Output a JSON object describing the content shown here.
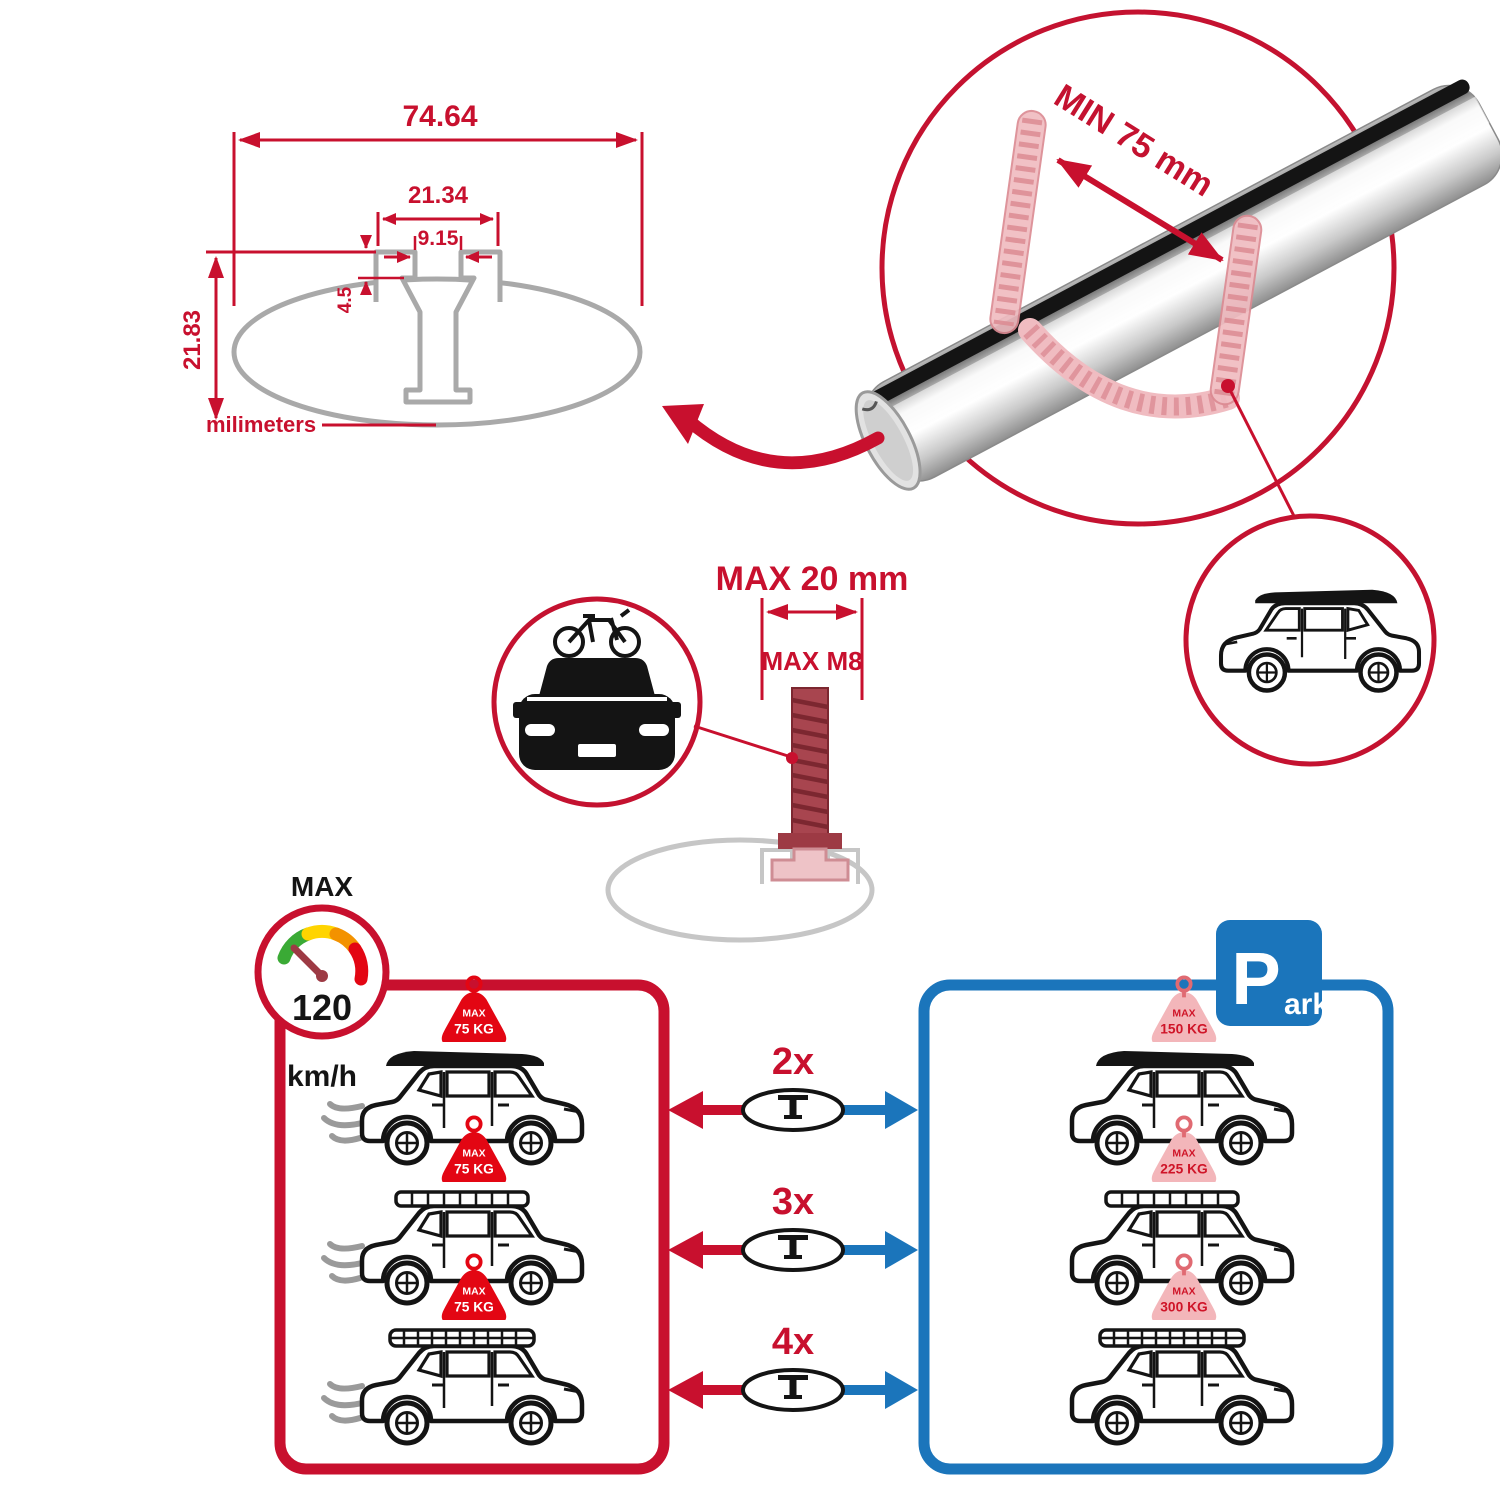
{
  "profile_dimensions": {
    "total_width": "74.64",
    "slot_outer_width": "21.34",
    "slot_opening_width": "9.15",
    "lip_depth": "4.5",
    "total_height": "21.83",
    "units_label": "milimeters"
  },
  "bar_detail": {
    "min_clearance_label": "MIN 75 mm"
  },
  "bolt_detail": {
    "max_length_label": "MAX 20 mm",
    "max_thread_label": "MAX M8"
  },
  "speed_limit": {
    "caption": "MAX",
    "value": "120",
    "unit": "km/h"
  },
  "parking_sign": {
    "letter": "P",
    "suffix": "ark"
  },
  "crossbar_options": [
    {
      "label": "2x"
    },
    {
      "label": "3x"
    },
    {
      "label": "4x"
    }
  ],
  "driving_zone": {
    "cars": [
      {
        "flag_caption": "MAX",
        "flag_load": "75 KG"
      },
      {
        "flag_caption": "MAX",
        "flag_load": "75 KG"
      },
      {
        "flag_caption": "MAX",
        "flag_load": "75 KG"
      }
    ]
  },
  "parked_zone": {
    "cars": [
      {
        "flag_caption": "MAX",
        "flag_load": "150 KG"
      },
      {
        "flag_caption": "MAX",
        "flag_load": "225 KG"
      },
      {
        "flag_caption": "MAX",
        "flag_load": "300 KG"
      }
    ]
  },
  "colors": {
    "accent_red": "#c8102e",
    "signal_red": "#e30613",
    "maroon": "#9d3a44",
    "parking_blue": "#1b75bb",
    "gauge_green": "#3aaa35",
    "gauge_yellow": "#ffd400",
    "gauge_orange": "#f39200",
    "flag_pink": "#f3b6ba",
    "profile_gray": "#a9a9a9"
  }
}
